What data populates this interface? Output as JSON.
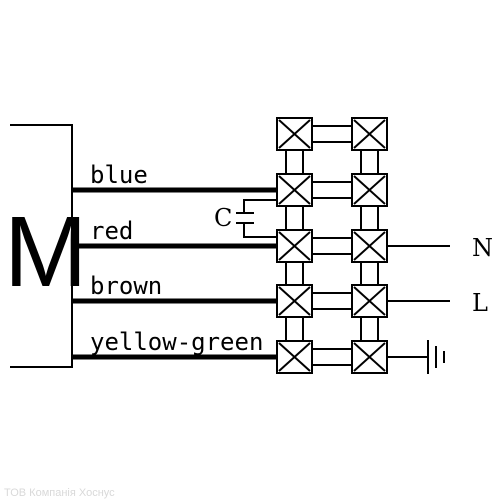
{
  "motor": {
    "label": "M"
  },
  "wires": [
    {
      "label": "blue"
    },
    {
      "label": "red"
    },
    {
      "label": "brown"
    },
    {
      "label": "yellow-green"
    }
  ],
  "capacitor": {
    "label": "C"
  },
  "terminals": [
    {
      "label": "N"
    },
    {
      "label": "L"
    }
  ],
  "ground_symbol": "ground-icon",
  "watermark": "ТОВ Компанія Хоснус",
  "colors": {
    "line": "#000000",
    "watermark": "#d9d9d9",
    "background": "#ffffff"
  }
}
